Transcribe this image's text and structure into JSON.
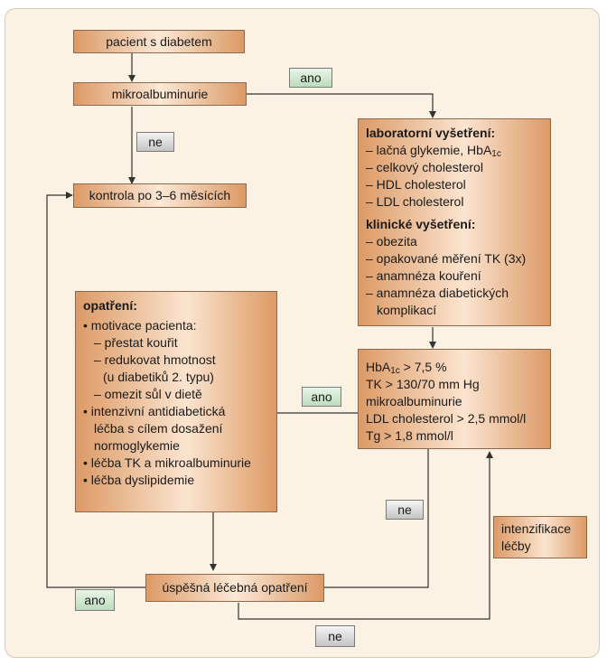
{
  "nodes": {
    "start": "pacient s diabetem",
    "micro": "mikroalbuminurie",
    "control": "kontrola po 3–6 měsících",
    "success": "úspěšná léčebná opatření",
    "intensify": [
      "intenzifikace",
      "léčby"
    ]
  },
  "lab": {
    "title": "laboratorní vyšetření:",
    "items": [
      "– lačná glykemie, HbA",
      "– celkový cholesterol",
      "– HDL cholesterol",
      "– LDL cholesterol"
    ],
    "sub": "1c"
  },
  "clinical": {
    "title": "klinické vyšetření:",
    "items": [
      "– obezita",
      "– opakované měření TK (3x)",
      "– anamnéza kouření",
      "– anamnéza diabetických",
      "komplikací"
    ]
  },
  "criteria": {
    "hba": "HbA",
    "hba_sub": "1c",
    "hba_rest": " > 7,5 %",
    "items": [
      "TK > 130/70 mm Hg",
      "mikroalbuminurie",
      "LDL cholesterol > 2,5 mmol/l",
      "Tg > 1,8 mmol/l"
    ]
  },
  "measures": {
    "title": "opatření:",
    "items": [
      "• motivace pacienta:",
      "– přestat kouřit",
      "– redukovat hmotnost",
      "(u diabetiků 2. typu)",
      "– omezit sůl v dietě",
      "• intenzivní antidiabetická",
      "léčba s cílem dosažení",
      "normoglykemie",
      "• léčba TK a mikroalbuminurie",
      "• léčba dyslipidemie"
    ]
  },
  "labels": {
    "yes": "ano",
    "no": "ne"
  },
  "colors": {
    "box_dark": "#dc9a66",
    "box_light": "#fbe8d6",
    "panel": "#fbf2e3",
    "yes": "#bcdcbc",
    "no": "#c4c4c4"
  }
}
